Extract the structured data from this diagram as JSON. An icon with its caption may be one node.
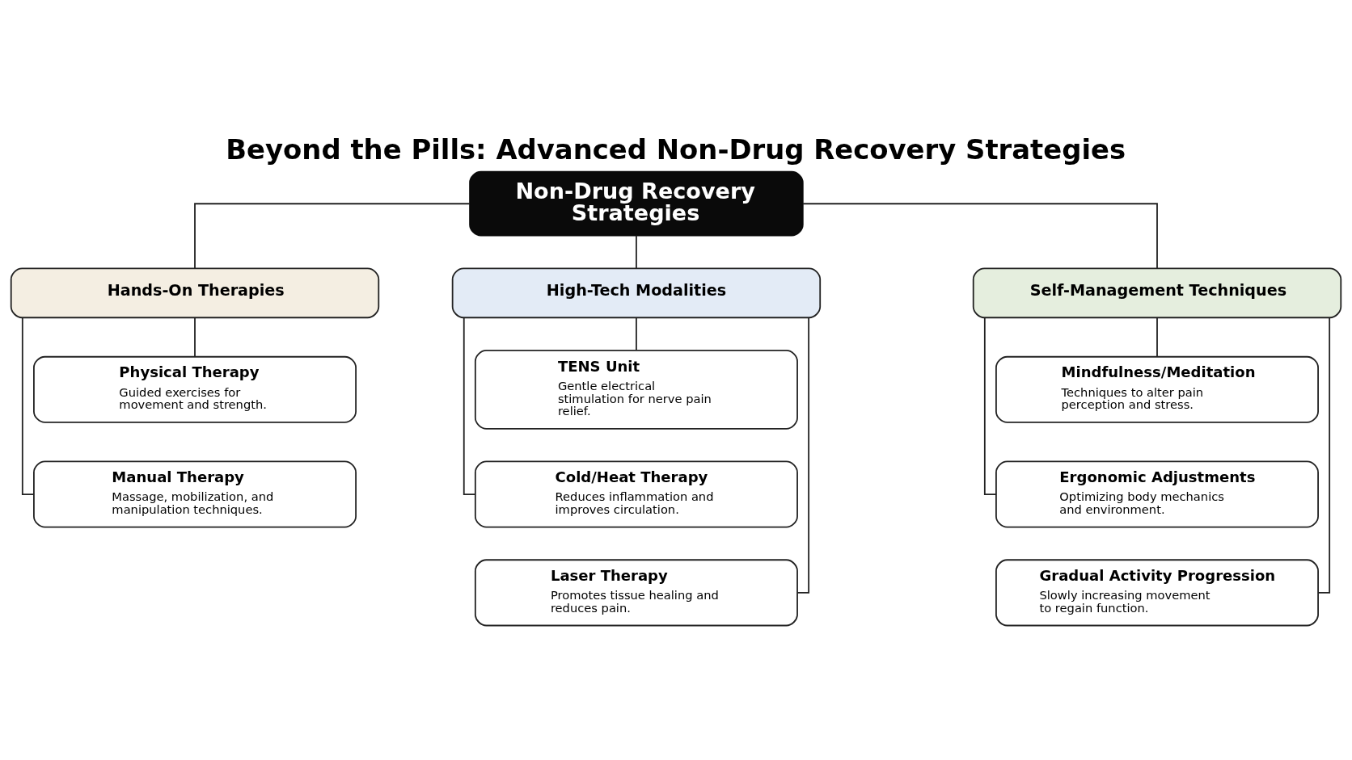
{
  "diagram": {
    "title": "Beyond the Pills: Advanced Non-Drug Recovery Strategies",
    "nodes": [
      {
        "text": [
          "Non-Drug Recovery Strategies"
        ]
      },
      {
        "text": [
          "Hands-On Therapies"
        ]
      },
      {
        "text": [
          "High-Tech Modalities"
        ]
      },
      {
        "text": [
          "Self-Management Techniques"
        ]
      },
      {
        "text": [
          "Physical Therapy",
          "Guided exercises for movement and strength."
        ]
      },
      {
        "text": [
          "Manual Therapy",
          "Massage, mobilization, and manipulation techniques."
        ]
      },
      {
        "text": [
          "TENS Unit",
          "Gentle electrical stimulation for nerve pain relief."
        ]
      },
      {
        "text": [
          "Cold/Heat Therapy",
          "Reduces inflammation and improves circulation."
        ]
      },
      {
        "text": [
          "Laser Therapy",
          "Promotes tissue healing and reduces pain."
        ]
      },
      {
        "text": [
          "Mindfulness/Meditation",
          "Techniques to alter pain perception and stress."
        ]
      },
      {
        "text": [
          "Ergonomic Adjustments",
          "Optimizing body mechanics and environment."
        ]
      },
      {
        "text": [
          "Gradual Activity Progression",
          "Slowly increasing movement to regain function."
        ]
      }
    ],
    "edges": [
      {
        "from": 0,
        "to": 1,
        "arrow": "none"
      },
      {
        "from": 0,
        "to": 2,
        "arrow": "none"
      },
      {
        "from": 0,
        "to": 3,
        "arrow": "none"
      },
      {
        "from": 1,
        "to": 4,
        "arrow": "none"
      },
      {
        "from": 1,
        "to": 5,
        "arrow": "none"
      },
      {
        "from": 2,
        "to": 6,
        "arrow": "none"
      },
      {
        "from": 2,
        "to": 7,
        "arrow": "none"
      },
      {
        "from": 2,
        "to": 8,
        "arrow": "none"
      },
      {
        "from": 3,
        "to": 9,
        "arrow": "none"
      },
      {
        "from": 3,
        "to": 10,
        "arrow": "none"
      },
      {
        "from": 3,
        "to": 11,
        "arrow": "none"
      }
    ]
  }
}
